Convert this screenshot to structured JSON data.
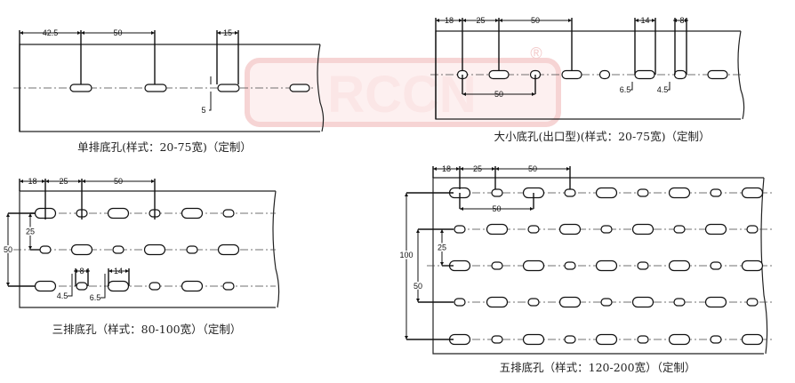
{
  "watermark": {
    "text": "RCCN",
    "mark": "®",
    "color": "#f6d4d4"
  },
  "panels": [
    {
      "caption": "单排底孔(样式：20-75宽)（定制）",
      "dims": [
        "42.5",
        "50",
        "15",
        "5"
      ]
    },
    {
      "caption": "大小底孔(出口型)(样式：20-75宽)（定制）",
      "dims": [
        "18",
        "25",
        "50",
        "14",
        "8",
        "50",
        "6.5",
        "4.5"
      ]
    },
    {
      "caption": "三排底孔（样式：80-100宽）（定制）",
      "dims": [
        "18",
        "25",
        "50",
        "25",
        "50",
        "8",
        "14",
        "4.5",
        "6.5"
      ]
    },
    {
      "caption": "五排底孔（样式：120-200宽）（定制）",
      "dims": [
        "18",
        "25",
        "50",
        "50",
        "100",
        "50",
        "25"
      ]
    }
  ]
}
